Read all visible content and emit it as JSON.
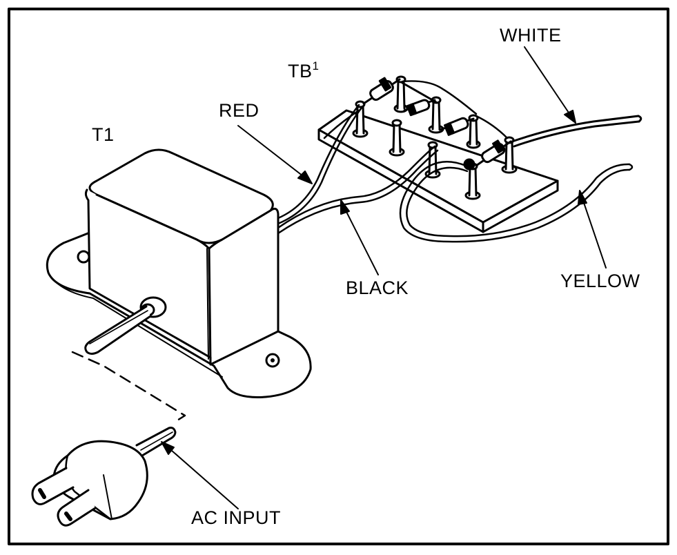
{
  "labels": {
    "t1": "T1",
    "tb1_main": "TB",
    "tb1_sup": "1",
    "red": "RED",
    "white": "WHITE",
    "black": "BLACK",
    "yellow": "YELLOW",
    "ac_input": "AC INPUT"
  },
  "colors": {
    "ink": "#000000",
    "paper": "#ffffff"
  }
}
